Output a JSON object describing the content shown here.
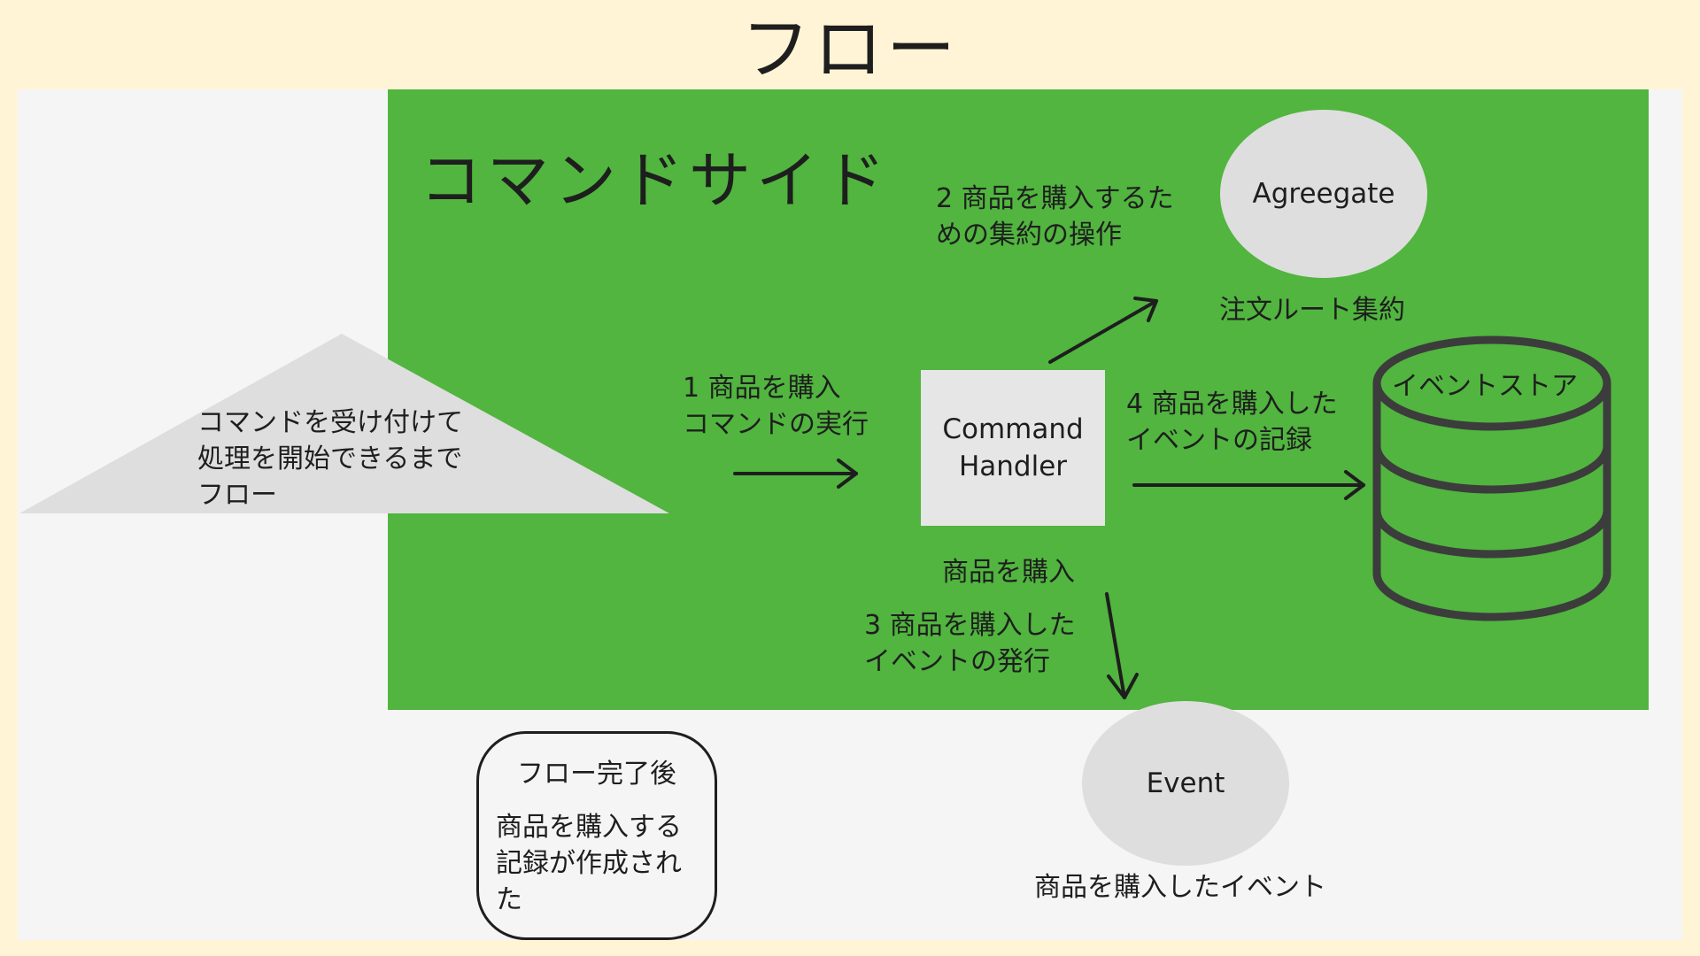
{
  "title": "フロー",
  "command_side": {
    "title": "コマンドサイド"
  },
  "scope_note": "コマンドを受け付けて\n処理を開始できるまで\nフロー",
  "steps": {
    "step1": "1 商品を購入\nコマンドの実行",
    "step2": "2 商品を購入するた\nめの集約の操作",
    "step3_command": "商品を購入",
    "step3": "3 商品を購入した\nイベントの発行",
    "step4": "4 商品を購入した\nイベントの記録"
  },
  "nodes": {
    "command_handler": "Command\nHandler",
    "aggregate": "Agreegate",
    "aggregate_caption": "注文ルート集約",
    "event_store": "イベントストア",
    "event": "Event",
    "event_caption": "商品を購入したイベント"
  },
  "completion": {
    "title": "フロー完了後",
    "body": "商品を購入する\n記録が作成され\nた"
  },
  "colors": {
    "background": "#fff5d6",
    "canvas": "#f5f5f5",
    "command_region": "#51b53f",
    "node_fill": "#e6e6e6",
    "ellipse_fill": "#dedede",
    "stroke": "#1e1e1e",
    "db_stroke": "#3c3c3c"
  }
}
